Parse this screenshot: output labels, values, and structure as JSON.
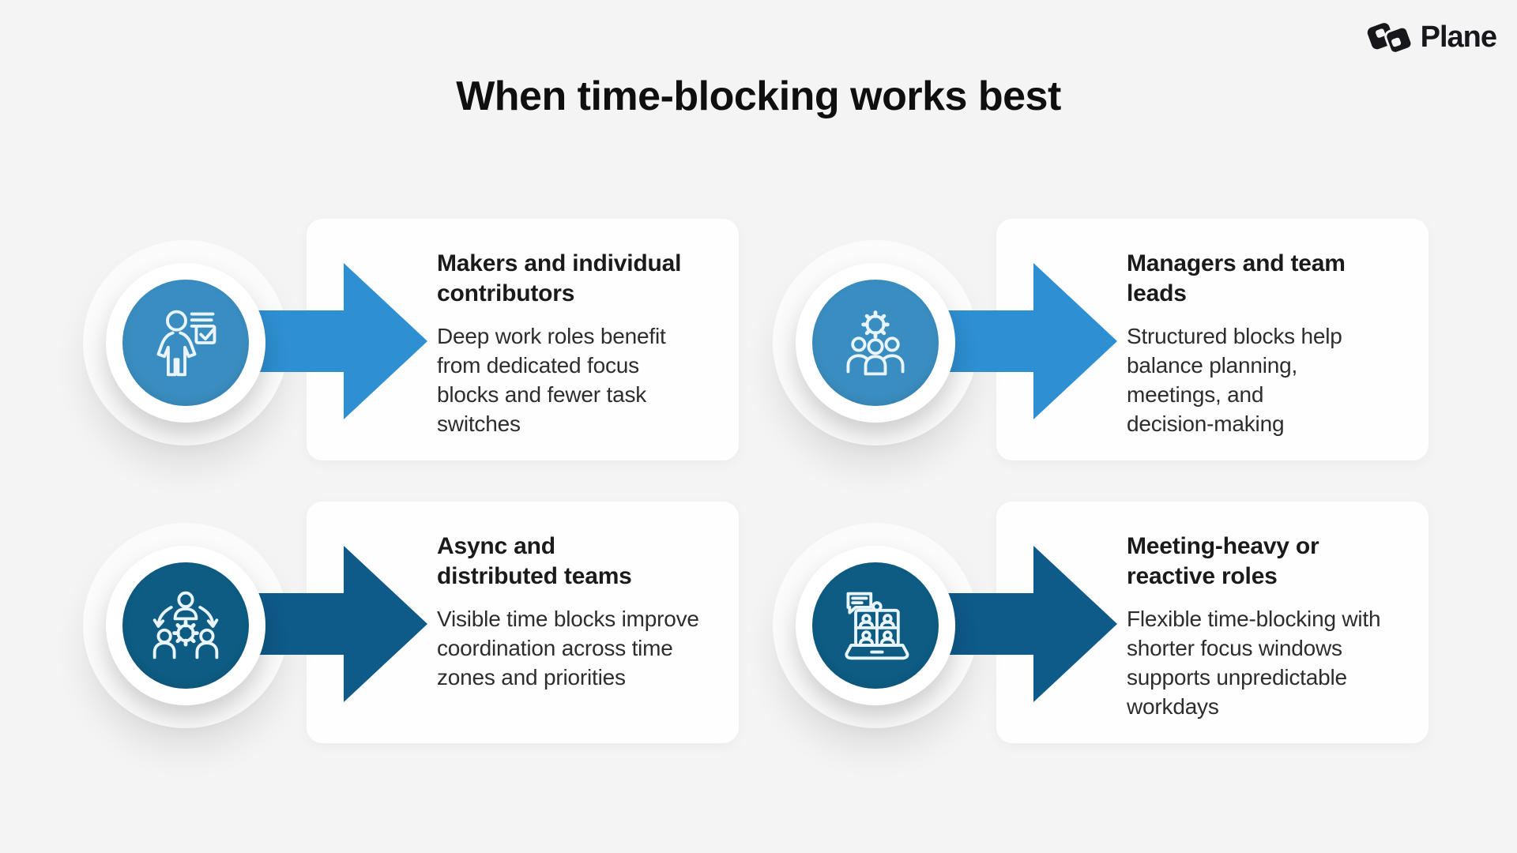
{
  "page": {
    "background": "#f5f4f4",
    "title": "When time-blocking works best"
  },
  "logo": {
    "text": "Plane",
    "color": "#17171c",
    "mark_icon": "plane-logo-mark-icon"
  },
  "accents": {
    "top_row_circle": "#3a8dc1",
    "top_row_arrow": "#2e8fd2",
    "bottom_row_circle": "#0e5c83",
    "bottom_row_arrow": "#0e5a89",
    "icon_stroke": "#e9f5fa",
    "card_background": "#fefefe"
  },
  "cards": [
    {
      "title": "Makers and individual\ncontributors",
      "body": "Deep work roles benefit\nfrom dedicated focus\nblocks and fewer task\nswitches",
      "icon": "person-checklist-icon",
      "circle_color": "#3a8dc1",
      "arrow_color": "#2e8fd2"
    },
    {
      "title": "Managers and team\nleads",
      "body": "Structured blocks help\nbalance planning,\nmeetings, and\ndecision-making",
      "icon": "team-gear-icon",
      "circle_color": "#3a8dc1",
      "arrow_color": "#2e8fd2"
    },
    {
      "title": "Async and\ndistributed teams",
      "body": "Visible time blocks improve\ncoordination across time\nzones and priorities",
      "icon": "distributed-team-icon",
      "circle_color": "#0e5c83",
      "arrow_color": "#0e5a89"
    },
    {
      "title": "Meeting-heavy or\nreactive roles",
      "body": "Flexible time-blocking with\nshorter focus windows\nsupports unpredictable\nworkdays",
      "icon": "video-call-laptop-icon",
      "circle_color": "#0e5c83",
      "arrow_color": "#0e5a89"
    }
  ]
}
